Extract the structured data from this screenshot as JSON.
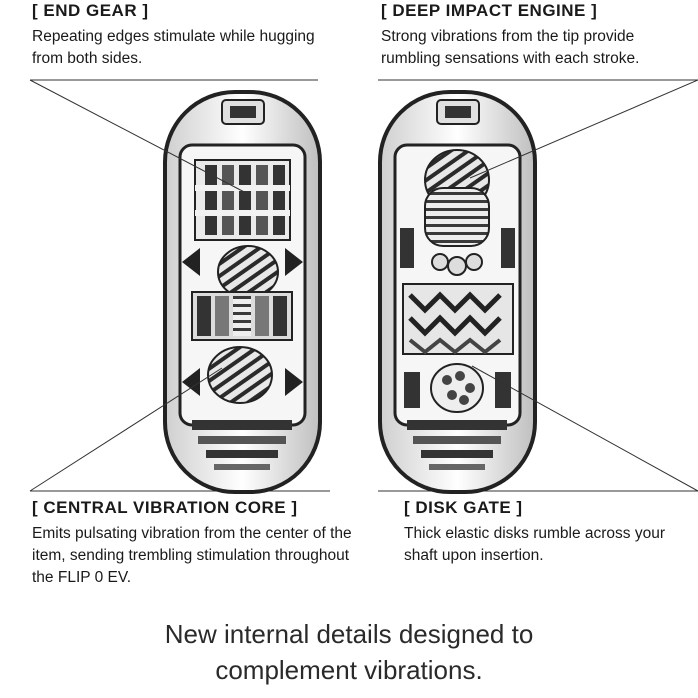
{
  "callouts": {
    "end_gear": {
      "title": "[ END GEAR ]",
      "description": "Repeating edges stimulate while hugging from both sides."
    },
    "deep_impact_engine": {
      "title": "[ DEEP IMPACT ENGINE ]",
      "description": "Strong vibrations from the tip provide rumbling sensations with each stroke."
    },
    "central_vibration_core": {
      "title": "[ CENTRAL VIBRATION CORE ]",
      "description": "Emits pulsating vibration from the center of the item, sending trembling stimulation throughout the FLIP 0 EV."
    },
    "disk_gate": {
      "title": "[ DISK GATE ]",
      "description": "Thick elastic disks rumble across your shaft upon insertion."
    }
  },
  "tagline": {
    "line1": "New internal details designed to",
    "line2": "complement vibrations."
  },
  "colors": {
    "line": "#333333",
    "shell": "#f4f4f4",
    "dark": "#1c1c1c"
  }
}
